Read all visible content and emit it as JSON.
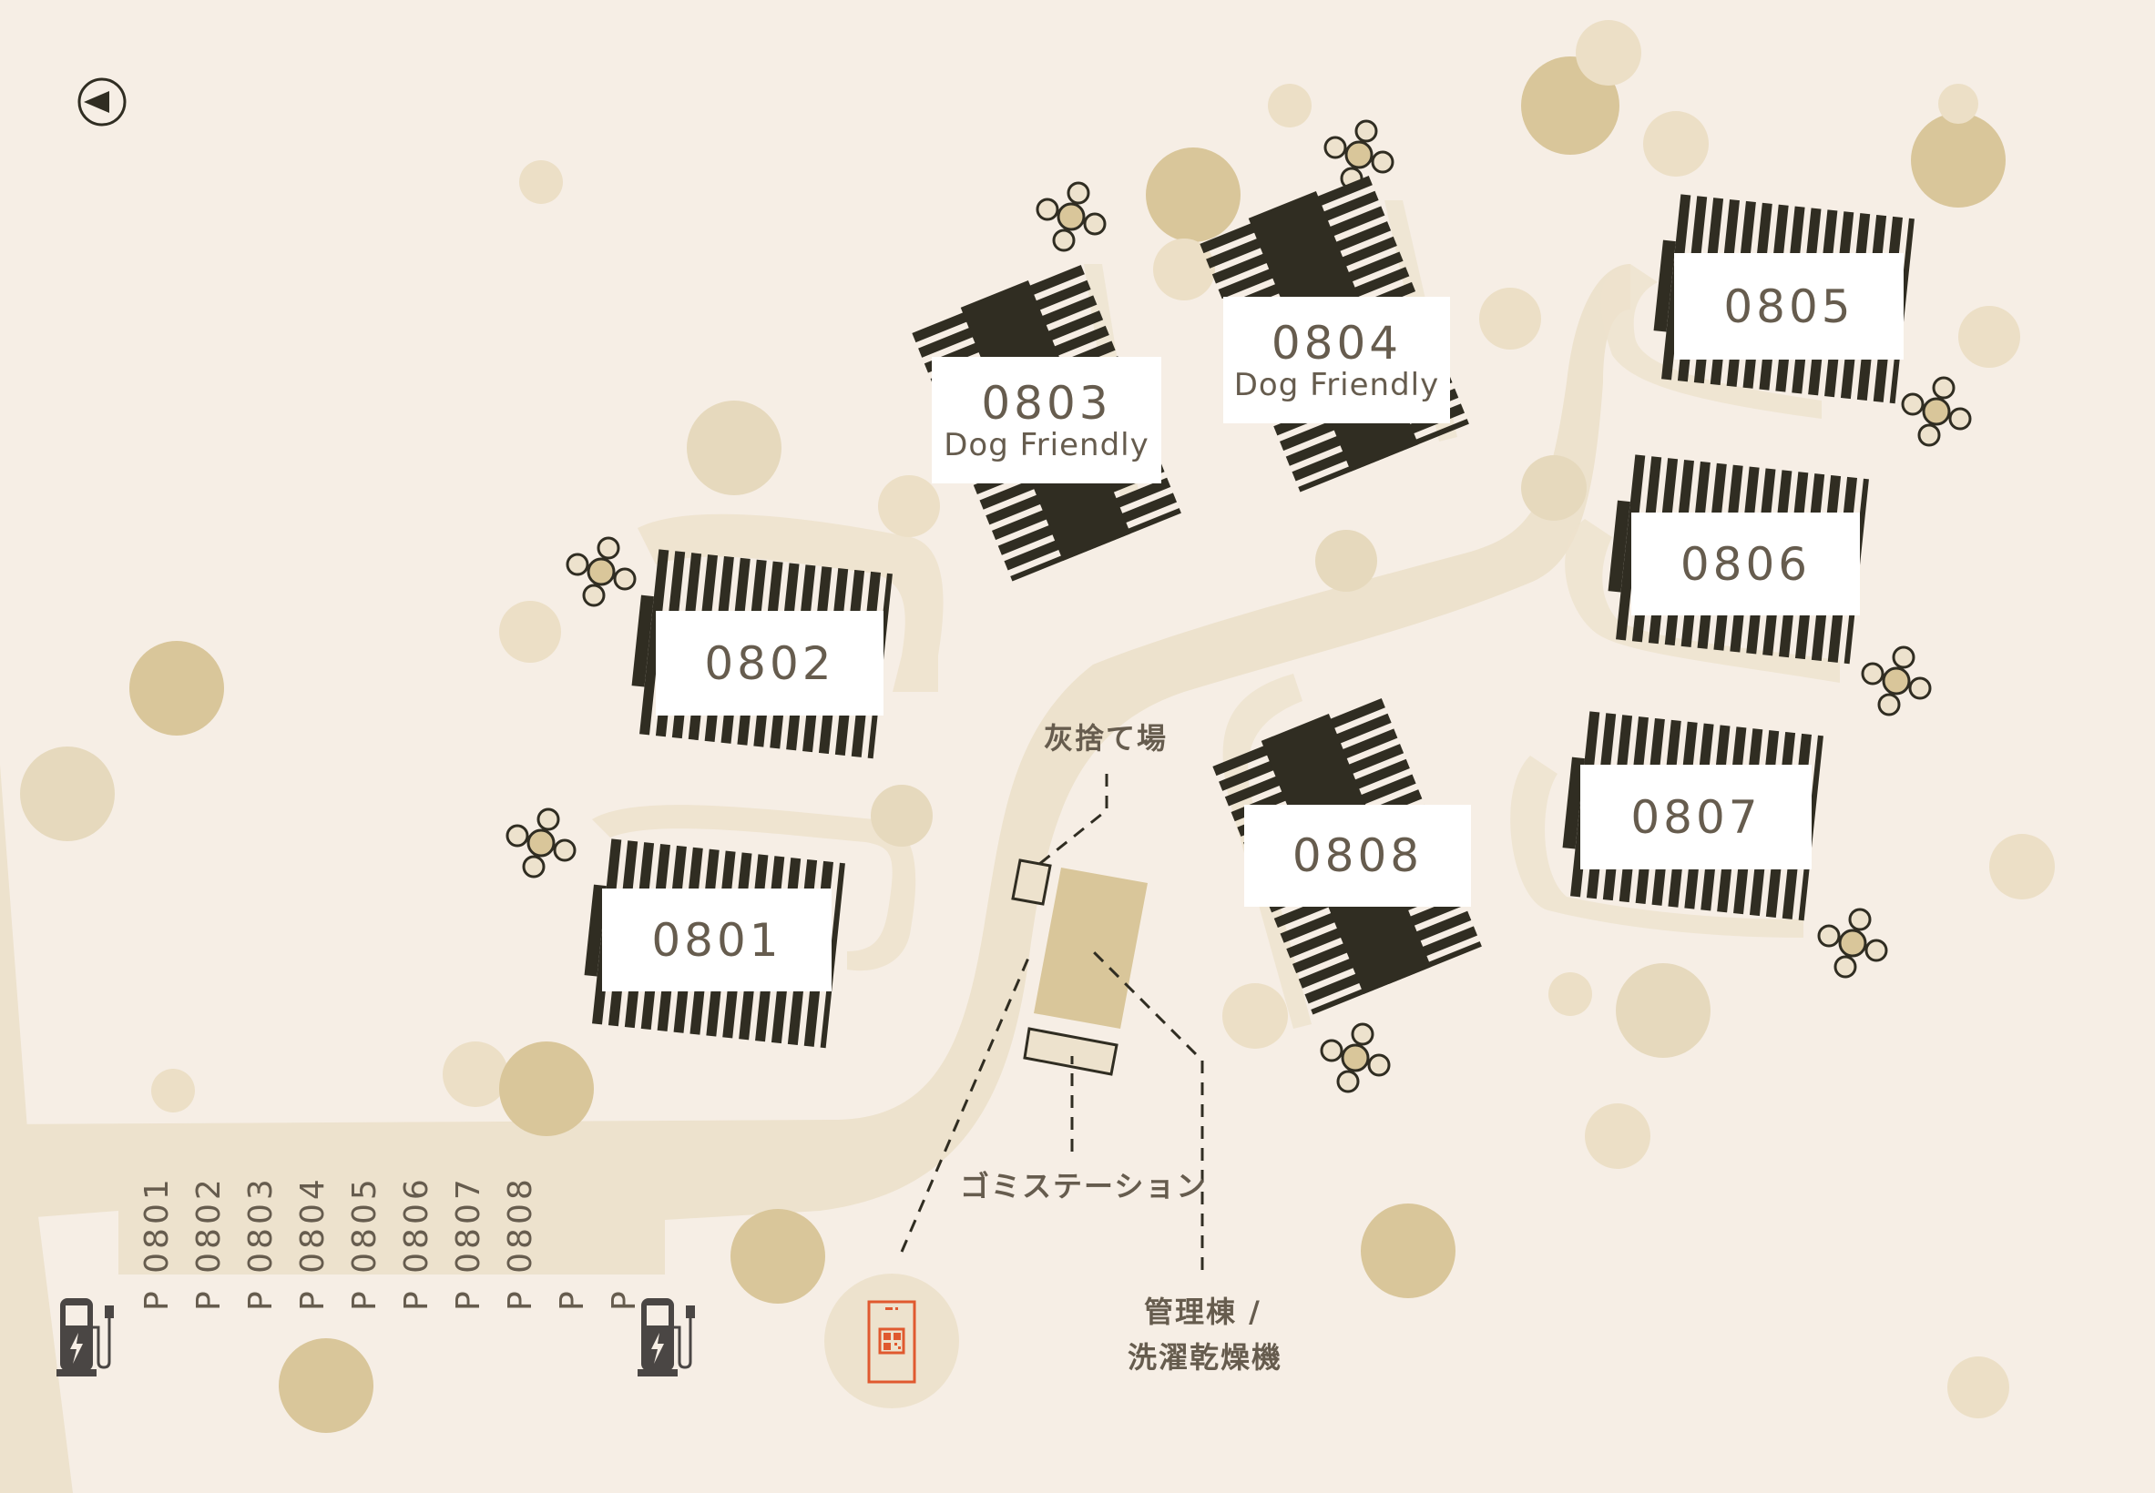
{
  "nav": {
    "back_icon": "back-arrow-icon"
  },
  "cabins": [
    {
      "id": "0801",
      "label": "0801",
      "sub": ""
    },
    {
      "id": "0802",
      "label": "0802",
      "sub": ""
    },
    {
      "id": "0803",
      "label": "0803",
      "sub": "Dog Friendly"
    },
    {
      "id": "0804",
      "label": "0804",
      "sub": "Dog Friendly"
    },
    {
      "id": "0805",
      "label": "0805",
      "sub": ""
    },
    {
      "id": "0806",
      "label": "0806",
      "sub": ""
    },
    {
      "id": "0807",
      "label": "0807",
      "sub": ""
    },
    {
      "id": "0808",
      "label": "0808",
      "sub": ""
    }
  ],
  "facilities": {
    "ash": "灰捨て場",
    "garbage": "ゴミステーション",
    "management_line1": "管理棟 /",
    "management_line2": "洗濯乾燥機"
  },
  "parking": {
    "spots": [
      "P 0801",
      "P 0802",
      "P 0803",
      "P 0804",
      "P 0805",
      "P 0806",
      "P 0807",
      "P 0808",
      "P",
      "P"
    ],
    "ev_icon": "ev-charger-icon"
  },
  "payment": {
    "icon": "qr-phone-icon"
  },
  "colors": {
    "background": "#f6eee5",
    "road": "#ede2cd",
    "tree_dark": "#d9c69a",
    "tree_light": "#e6d9bd",
    "building": "#302d22",
    "label_text": "#665c4e",
    "accent_orange": "#e0592f",
    "ev_gray": "#4a4644"
  }
}
